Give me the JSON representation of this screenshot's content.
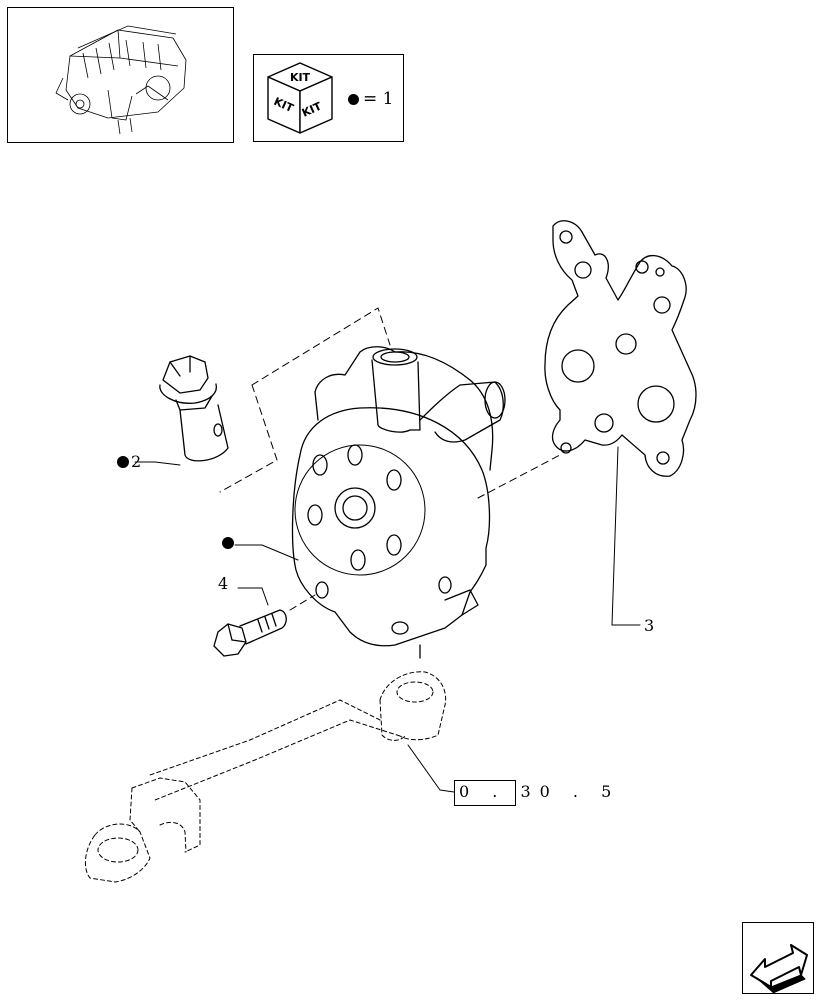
{
  "kit_box": {
    "kit_face_labels": [
      "KIT",
      "KIT",
      "KIT"
    ],
    "legend_value": "= 1"
  },
  "callouts": {
    "item_2": "2",
    "item_3": "3",
    "item_4": "4"
  },
  "reference": {
    "boxed_part": "0 . 3",
    "rest": "0 . 5"
  },
  "icons": [
    "engine-thumbnail-icon",
    "kit-cube-icon",
    "next-page-arrow-icon"
  ]
}
